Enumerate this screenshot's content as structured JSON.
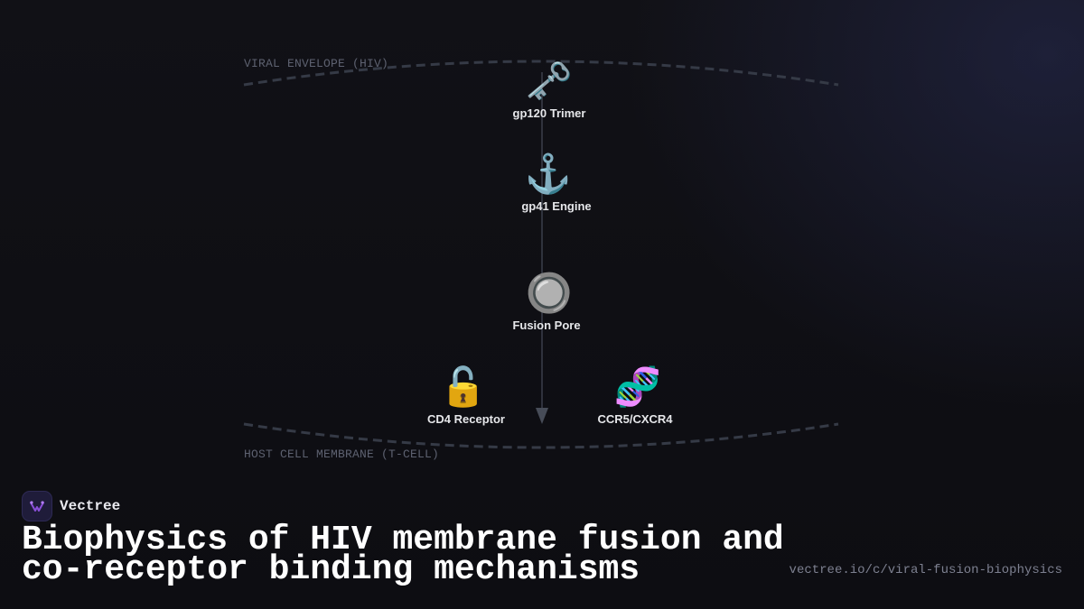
{
  "diagram": {
    "viral_membrane_label": "VIRAL ENVELOPE (HIV)",
    "host_membrane_label": "HOST CELL MEMBRANE (T-CELL)",
    "nodes": [
      {
        "id": "gp120",
        "icon": "key-icon",
        "emoji": "🗝️",
        "label": "gp120 Trimer"
      },
      {
        "id": "gp41",
        "icon": "anchor-icon",
        "emoji": "⚓",
        "label": "gp41 Engine"
      },
      {
        "id": "pore",
        "icon": "radio-button-icon",
        "emoji": "🔘",
        "label": "Fusion Pore"
      },
      {
        "id": "cd4",
        "icon": "unlocked-padlock-icon",
        "emoji": "🔓",
        "label": "CD4 Receptor"
      },
      {
        "id": "ccr5",
        "icon": "dna-icon",
        "emoji": "🧬",
        "label": "CCR5/CXCR4"
      }
    ],
    "colors": {
      "membrane_dash": "#353a46",
      "axis_line": "#3a3f4b",
      "arrow_head": "#474c58"
    }
  },
  "brand": {
    "name": "Vectree",
    "logo_icon": "vectree-logo-icon",
    "logo_color": "#8a4fd8"
  },
  "footer": {
    "title_line1": "Biophysics of HIV membrane fusion and",
    "title_line2": "co-receptor binding mechanisms",
    "url": "vectree.io/c/viral-fusion-biophysics"
  }
}
